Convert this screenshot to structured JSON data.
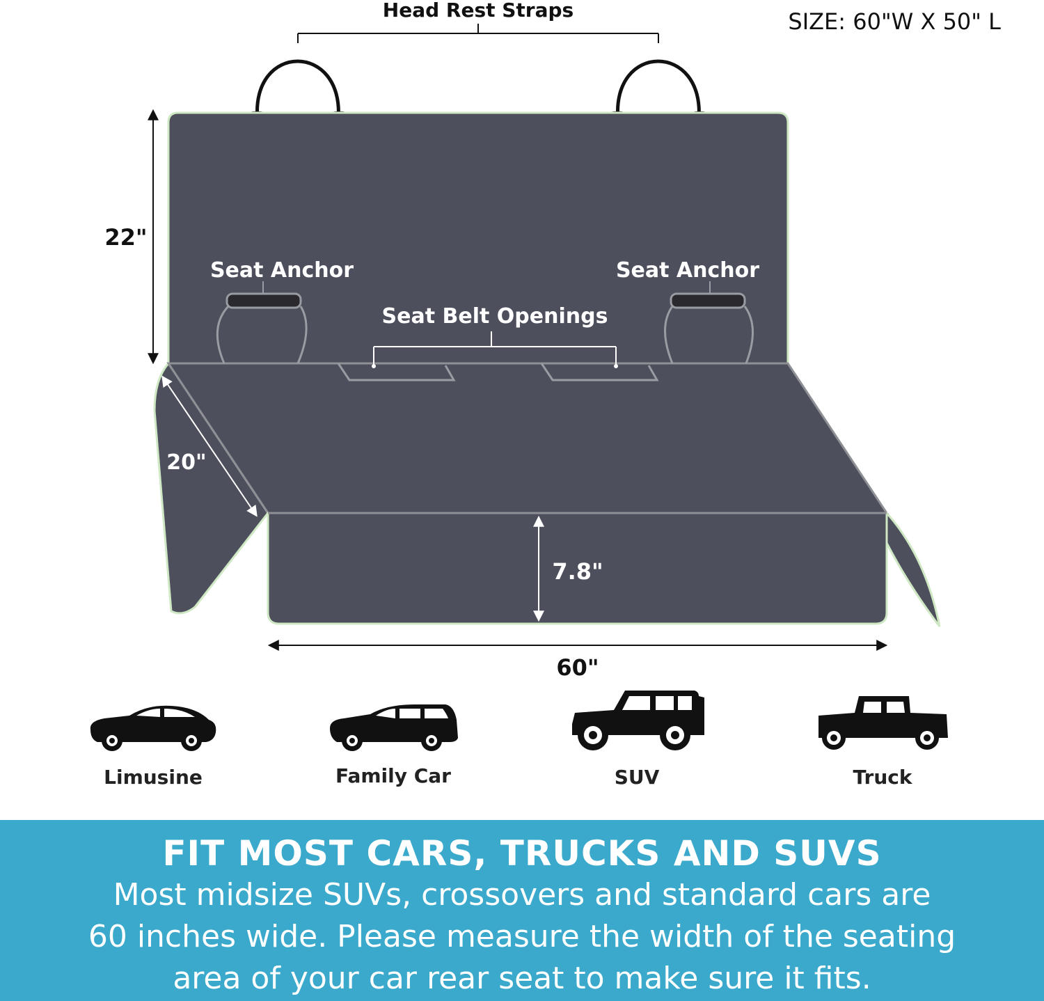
{
  "size_label": "SIZE: 60\"W X 50\" L",
  "labels": {
    "head_rest_straps": "Head Rest Straps",
    "seat_anchor_left": "Seat Anchor",
    "seat_anchor_right": "Seat Anchor",
    "seat_belt_openings": "Seat Belt Openings"
  },
  "dimensions": {
    "backrest_height": "22\"",
    "side_flap": "20\"",
    "front_flap": "7.8\"",
    "width": "60\""
  },
  "vehicles": [
    {
      "label": "Limusine",
      "icon": "sedan-icon"
    },
    {
      "label": "Family Car",
      "icon": "wagon-icon"
    },
    {
      "label": "SUV",
      "icon": "suv-icon"
    },
    {
      "label": "Truck",
      "icon": "truck-icon"
    }
  ],
  "banner": {
    "title": "FIT MOST CARS, TRUCKS AND SUVS",
    "line1": "Most midsize SUVs, crossovers and standard cars are",
    "line2": "60 inches wide. Please measure the width of the seating",
    "line3": "area of your car rear seat to make sure it fits."
  },
  "colors": {
    "cover": "#4d4f5c",
    "outline": "#cfe8c4",
    "banner": "#3aa9cb"
  }
}
